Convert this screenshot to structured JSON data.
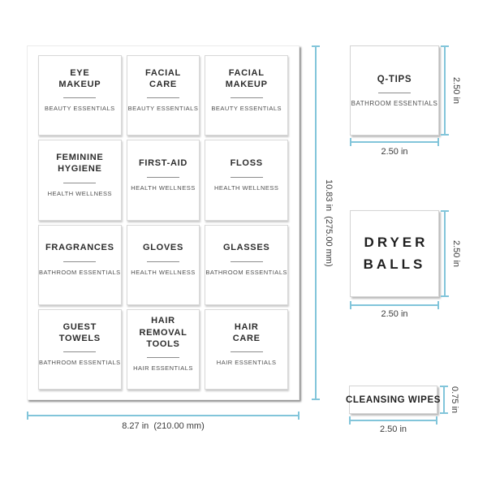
{
  "colors": {
    "dimension_line": "#82c5da",
    "sheet_shadow": "#7f7f7f"
  },
  "sheet": {
    "width_label": "8.27 in  (210.00 mm)",
    "height_label": "10.83 in  (275.00 mm)",
    "labels": [
      {
        "title": "EYE\nMAKEUP",
        "subtitle": "BEAUTY ESSENTIALS"
      },
      {
        "title": "FACIAL\nCARE",
        "subtitle": "BEAUTY ESSENTIALS"
      },
      {
        "title": "FACIAL\nMAKEUP",
        "subtitle": "BEAUTY ESSENTIALS"
      },
      {
        "title": "FEMININE\nHYGIENE",
        "subtitle": "HEALTH WELLNESS"
      },
      {
        "title": "FIRST-AID",
        "subtitle": "HEALTH WELLNESS"
      },
      {
        "title": "FLOSS",
        "subtitle": "HEALTH WELLNESS"
      },
      {
        "title": "FRAGRANCES",
        "subtitle": "BATHROOM ESSENTIALS"
      },
      {
        "title": "GLOVES",
        "subtitle": "HEALTH WELLNESS"
      },
      {
        "title": "GLASSES",
        "subtitle": "BATHROOM ESSENTIALS"
      },
      {
        "title": "GUEST\nTOWELS",
        "subtitle": "BATHROOM ESSENTIALS"
      },
      {
        "title": "HAIR REMOVAL\nTOOLS",
        "subtitle": "HAIR ESSENTIALS"
      },
      {
        "title": "HAIR\nCARE",
        "subtitle": "HAIR ESSENTIALS"
      }
    ]
  },
  "samples": {
    "qtips": {
      "title": "Q-TIPS",
      "subtitle": "BATHROOM ESSENTIALS",
      "width_label": "2.50 in",
      "height_label": "2.50 in"
    },
    "dryer_balls": {
      "title": "DRYER\nBALLS",
      "width_label": "2.50 in",
      "height_label": "2.50 in"
    },
    "cleansing_wipes": {
      "title": "CLEANSING WIPES",
      "width_label": "2.50 in",
      "height_label": "0.75 in"
    }
  }
}
